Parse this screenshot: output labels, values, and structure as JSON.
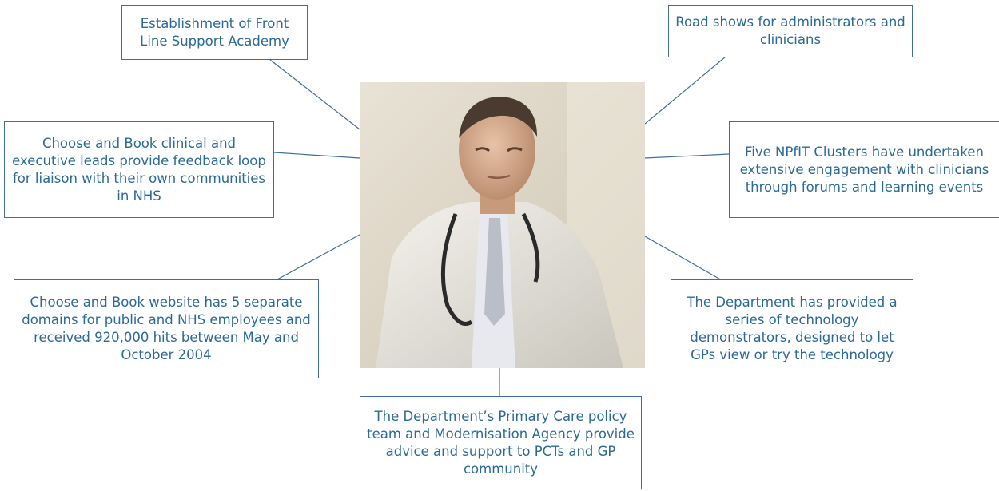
{
  "boxes": {
    "top_left": "Establishment of Front Line Support Academy",
    "top_right": "Road shows for administrators and clinicians",
    "mid_left": "Choose and Book clinical and executive leads provide feedback loop for liaison with their own communities in NHS",
    "mid_right": "Five NPfIT Clusters have undertaken extensive engagement with clinicians through forums and learning events",
    "low_left": "Choose and Book website has 5 separate domains for public and NHS employees and received 920,000 hits between May and October 2004",
    "low_right": "The Department has provided a series of technology demonstrators, designed to let GPs view or try the technology",
    "bottom": "The Department’s Primary Care policy team and Modernisation Agency provide advice and support to PCTs and GP community"
  },
  "colors": {
    "text": "#2b6a98",
    "border": "#3f6f96"
  },
  "photo": {
    "icon": "doctor-photo"
  }
}
